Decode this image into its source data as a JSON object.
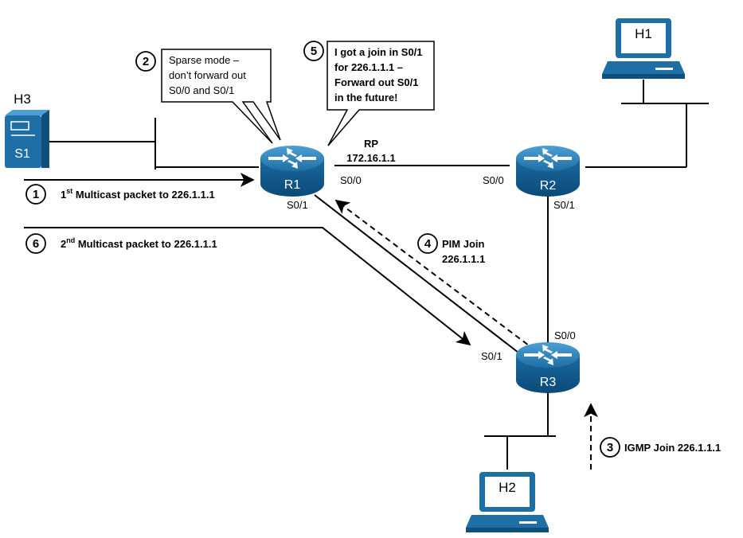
{
  "hosts": {
    "h1": "H1",
    "h2": "H2",
    "h3": "H3"
  },
  "server": "S1",
  "routers": {
    "r1": "R1",
    "r2": "R2",
    "r3": "R3"
  },
  "rp": {
    "title": "RP",
    "address": "172.16.1.1"
  },
  "interfaces": {
    "r1_s00": "S0/0",
    "r1_s01": "S0/1",
    "r2_s00": "S0/0",
    "r2_s01": "S0/1",
    "r3_s00": "S0/0",
    "r3_s01": "S0/1"
  },
  "callout2": {
    "number": "2",
    "lines": [
      "Sparse mode –",
      "don’t forward out",
      "S0/0 and S0/1"
    ]
  },
  "callout5": {
    "number": "5",
    "lines": [
      "I got a join in S0/1",
      "for 226.1.1.1 –",
      "Forward out S0/1",
      "in the future!"
    ]
  },
  "step1": {
    "number": "1",
    "ordinal": "1",
    "suffix": "st",
    "text": " Multicast packet to 226.1.1.1"
  },
  "step6": {
    "number": "6",
    "ordinal": "2",
    "suffix": "nd",
    "text": " Multicast packet to 226.1.1.1"
  },
  "step4": {
    "number": "4",
    "line1": "PIM Join",
    "line2": "226.1.1.1"
  },
  "step3": {
    "number": "3",
    "text": "IGMP Join 226.1.1.1"
  },
  "colors": {
    "router": "#1d6fa5",
    "router_dark": "#0e4f7e",
    "line": "#000000"
  }
}
